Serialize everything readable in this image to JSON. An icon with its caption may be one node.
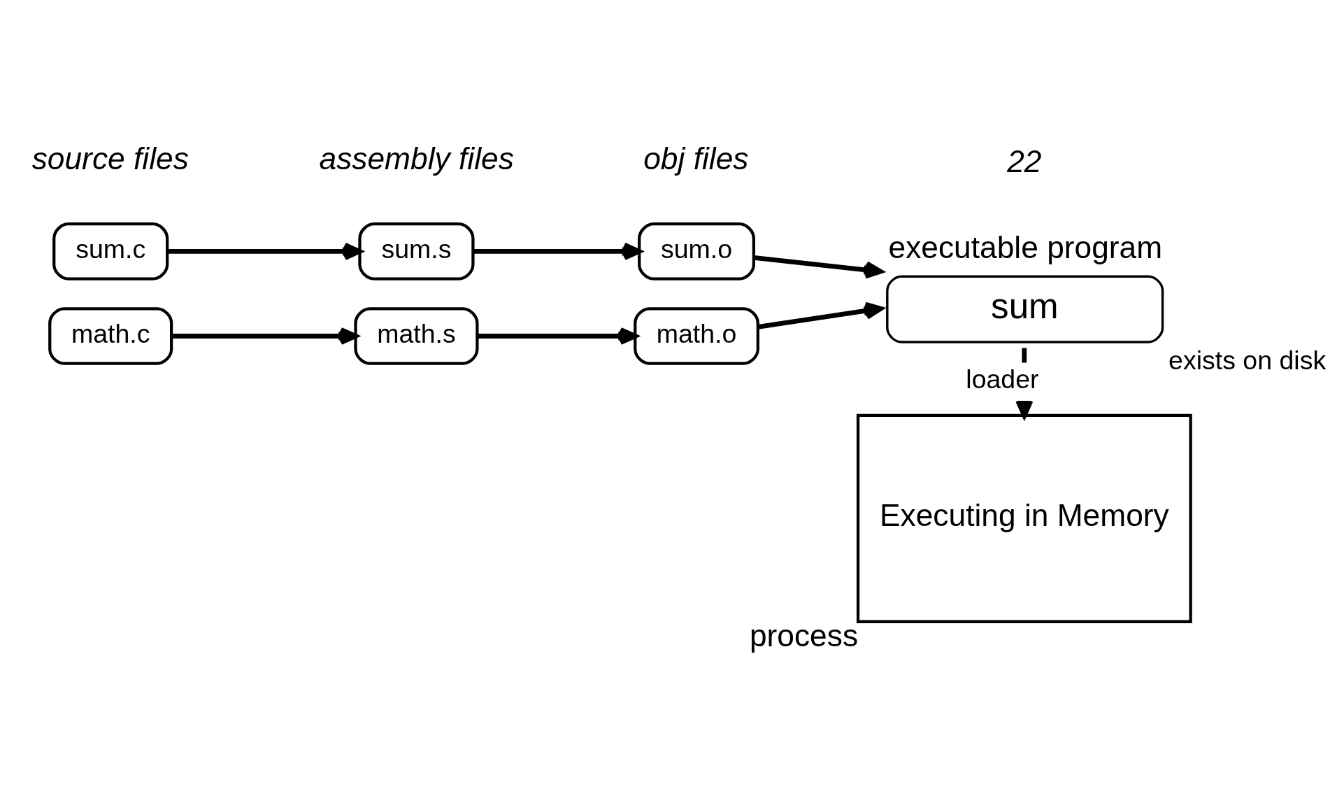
{
  "diagram": {
    "nodes": [
      {
        "text": [
          "sum.c"
        ]
      },
      {
        "text": [
          "sum.s"
        ]
      },
      {
        "text": [
          "sum.o"
        ]
      },
      {
        "text": [
          "math.c"
        ]
      },
      {
        "text": [
          "math.s"
        ]
      },
      {
        "text": [
          "math.o"
        ]
      },
      {
        "text": [
          "executable program",
          "sum"
        ],
        "beside": [
          "exists on disk"
        ]
      },
      {
        "text": [
          "Executing in Memory"
        ],
        "beside": [
          "process"
        ]
      }
    ],
    "edges": [
      {
        "from": 0,
        "to": 1,
        "arrow": "to"
      },
      {
        "from": 1,
        "to": 2,
        "arrow": "to"
      },
      {
        "from": 2,
        "to": 6,
        "arrow": "to"
      },
      {
        "from": 3,
        "to": 4,
        "arrow": "to"
      },
      {
        "from": 4,
        "to": 5,
        "arrow": "to"
      },
      {
        "from": 5,
        "to": 6,
        "arrow": "to"
      },
      {
        "from": 6,
        "to": 7,
        "arrow": "to",
        "label": "loader"
      }
    ],
    "labels": [
      "source files",
      "assembly files",
      "obj files",
      "22"
    ]
  }
}
